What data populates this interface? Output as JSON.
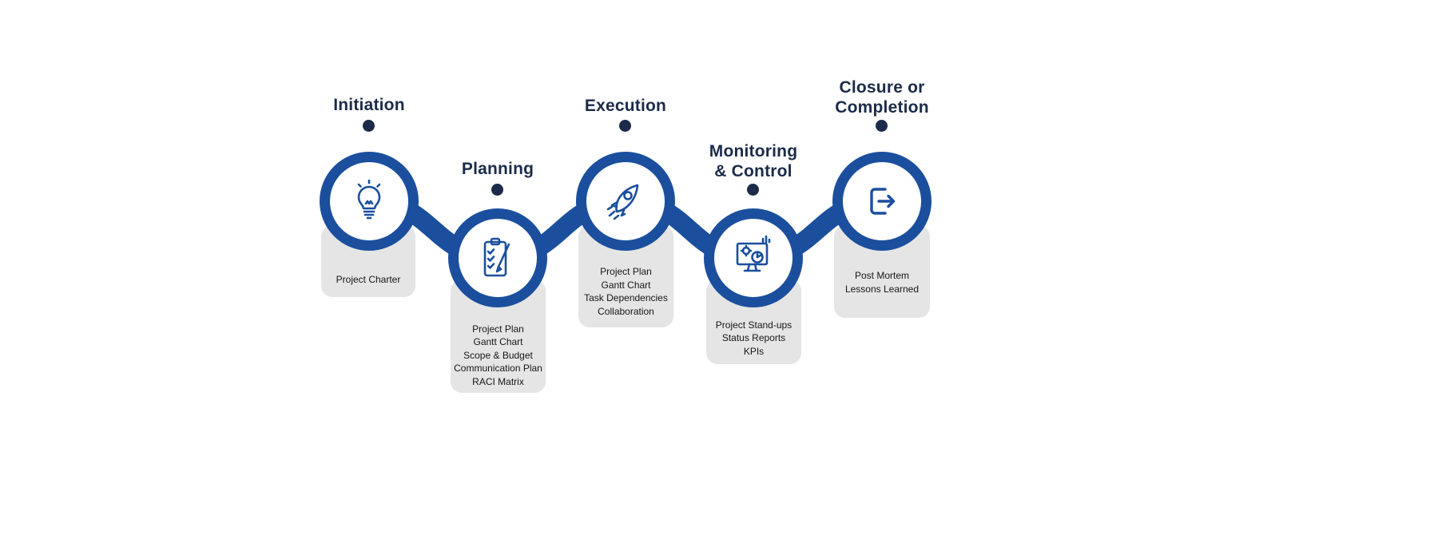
{
  "colors": {
    "accent_blue": "#1b4f9e",
    "title_navy": "#1c2b4a",
    "card_gray": "#e5e5e5"
  },
  "stages": [
    {
      "title": "Initiation",
      "icon": "lightbulb-icon",
      "items": [
        "Project Charter"
      ]
    },
    {
      "title": "Planning",
      "icon": "clipboard-checklist-icon",
      "items": [
        "Project Plan",
        "Gantt Chart",
        "Scope & Budget",
        "Communication Plan",
        "RACI Matrix"
      ]
    },
    {
      "title": "Execution",
      "icon": "rocket-icon",
      "items": [
        "Project Plan",
        "Gantt Chart",
        "Task Dependencies",
        "Collaboration"
      ]
    },
    {
      "title": "Monitoring\n& Control",
      "icon": "monitor-analytics-icon",
      "items": [
        "Project Stand-ups",
        "Status Reports",
        "KPIs"
      ]
    },
    {
      "title": "Closure or\nCompletion",
      "icon": "exit-icon",
      "items": [
        "Post Mortem",
        "Lessons Learned"
      ]
    }
  ]
}
